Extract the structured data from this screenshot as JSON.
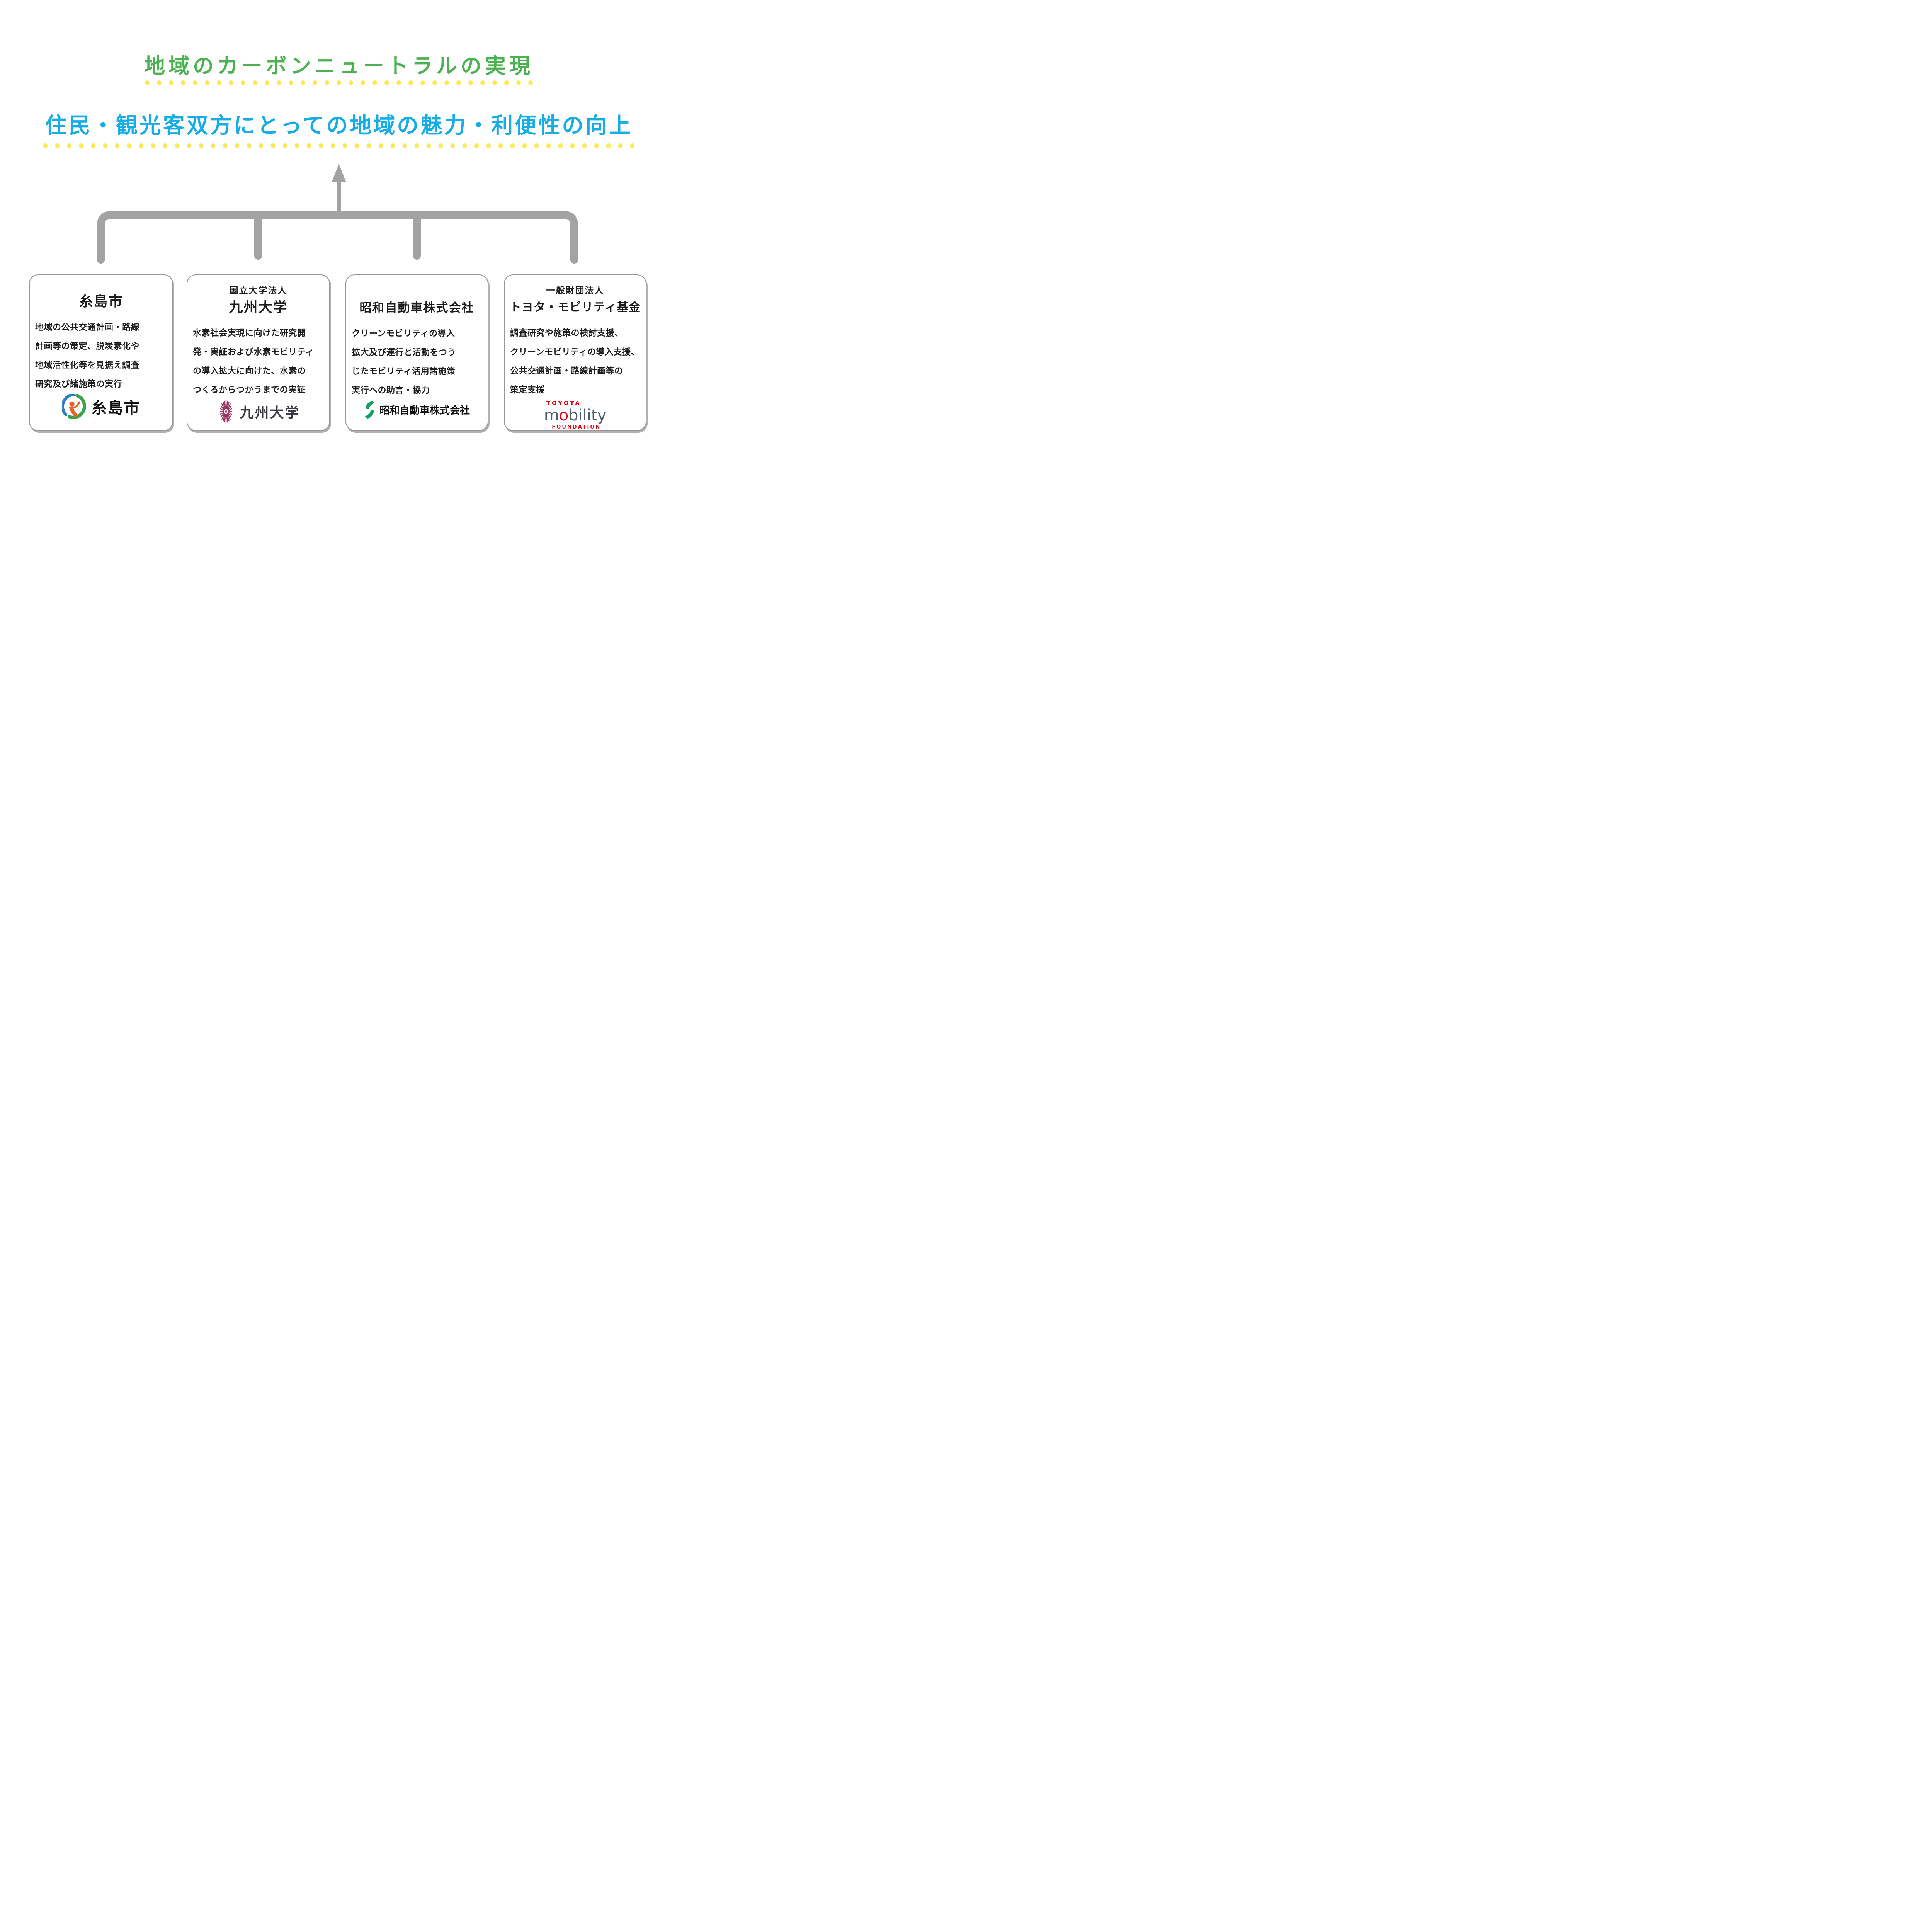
{
  "goals": {
    "primary": {
      "text": "地域のカーボンニュートラルの実現",
      "color": "#4cb151"
    },
    "secondary": {
      "text": "住民・観光客双方にとっての地域の魅力・利便性の向上",
      "color": "#16ace6"
    }
  },
  "decor": {
    "dot_color": "#f9ea57",
    "dots_row1_count": 33,
    "dots_row2_count": 50,
    "connector_color": "#a3a3a6"
  },
  "boxes": [
    {
      "subtitle": "",
      "title": "糸島市",
      "body": "地域の公共交通計画・路線\n計画等の策定、脱炭素化や\n地域活性化等を見据え調査\n研究及び諸施策の実行",
      "logo": {
        "type": "itoshima-city-emblem",
        "label": "糸島市",
        "colors": {
          "blue": "#2e7fc4",
          "green": "#3ba44a",
          "orange": "#e8622c"
        }
      }
    },
    {
      "subtitle": "国立大学法人",
      "title": "九州大学",
      "body": "水素社会実現に向けた研究開\n発・実証および水素モビリティ\nの導入拡大に向けた、水素の\nつくるからつかうまでの実証",
      "logo": {
        "type": "kyushu-university-emblem",
        "label": "九州大学",
        "color": "#993665"
      }
    },
    {
      "subtitle": "",
      "title": "昭和自動車株式会社",
      "body": "クリーンモビリティの導入\n拡大及び運行と活動をつう\nじたモビリティ活用諸施策\n実行への助言・協力",
      "logo": {
        "type": "showa-motor-s-mark",
        "label": "昭和自動車株式会社",
        "color": "#10a164"
      }
    },
    {
      "subtitle": "一般財団法人",
      "title": "トヨタ・モビリティ基金",
      "body": "調査研究や施策の検討支援、\nクリーンモビリティの導入支援、\n公共交通計画・路線計画等の\n策定支援",
      "logo": {
        "type": "toyota-mobility-foundation-wordmark",
        "top": "TOYOTA",
        "word_parts": [
          "m",
          "o",
          "bility"
        ],
        "bottom": "FOUNDATION",
        "red": "#e50012",
        "slate": "#4e5e6d"
      }
    }
  ]
}
